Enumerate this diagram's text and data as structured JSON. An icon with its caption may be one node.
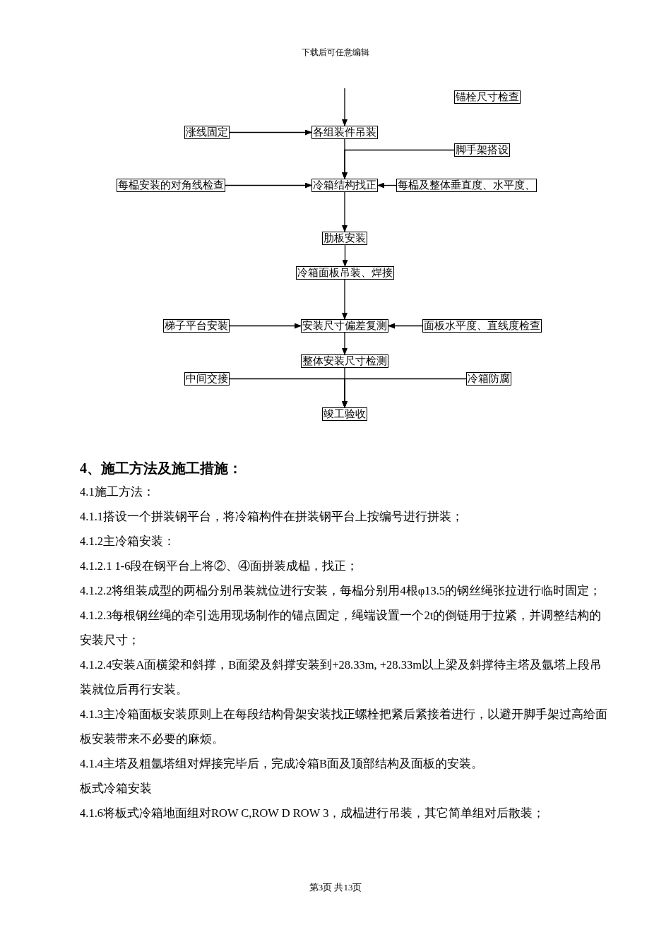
{
  "diagram": {
    "nodes": [
      {
        "text": [
          "锚栓尺寸检查"
        ]
      },
      {
        "text": [
          "涨线固定"
        ]
      },
      {
        "text": [
          "各组装件吊装"
        ]
      },
      {
        "text": [
          "脚手架搭设"
        ]
      },
      {
        "text": [
          "每榀安装的对角线检查"
        ]
      },
      {
        "text": [
          "冷箱结构找正"
        ]
      },
      {
        "text": [
          "每榀及整体垂直度、水平度、"
        ]
      },
      {
        "text": [
          "肋板安装"
        ]
      },
      {
        "text": [
          "冷箱面板吊装、焊接"
        ]
      },
      {
        "text": [
          "梯子平台安装"
        ]
      },
      {
        "text": [
          "安装尺寸偏差复测"
        ]
      },
      {
        "text": [
          "面板水平度、直线度检查"
        ]
      },
      {
        "text": [
          "整体安装尺寸检测"
        ]
      },
      {
        "text": [
          "中间交接"
        ]
      },
      {
        "text": [
          "冷箱防腐"
        ]
      },
      {
        "text": [
          "竣工验收"
        ]
      }
    ],
    "edges": [
      {
        "from": null,
        "to": 2,
        "arrow": "to"
      },
      {
        "from": 1,
        "to": 2,
        "arrow": "to"
      },
      {
        "from": 3,
        "to": 5,
        "arrow": "to"
      },
      {
        "from": 2,
        "to": 5,
        "arrow": "to"
      },
      {
        "from": 4,
        "to": 5,
        "arrow": "to"
      },
      {
        "from": 6,
        "to": 5,
        "arrow": "to"
      },
      {
        "from": 5,
        "to": 7,
        "arrow": "to"
      },
      {
        "from": 7,
        "to": 8,
        "arrow": "to"
      },
      {
        "from": 8,
        "to": 10,
        "arrow": "to"
      },
      {
        "from": 9,
        "to": 10,
        "arrow": "to"
      },
      {
        "from": 11,
        "to": 10,
        "arrow": "to"
      },
      {
        "from": 10,
        "to": 12,
        "arrow": "to"
      },
      {
        "from": 13,
        "to": 15,
        "arrow": "to"
      },
      {
        "from": 14,
        "to": 15,
        "arrow": "to"
      },
      {
        "from": 12,
        "to": 15,
        "arrow": "to"
      }
    ],
    "labels": [
      "下载后可任意编辑",
      "4、施工方法及施工措施：",
      "4.1施工方法：",
      "4.1.1搭设一个拼装钢平台，将冷箱构件在拼装钢平台上按编号进行拼装；",
      "4.1.2主冷箱安装：",
      "4.1.2.1 1-6段在钢平台上将②、④面拼装成榀，找正；",
      "4.1.2.2将组装成型的两榀分别吊装就位进行安装，每榀分别用4根φ13.5的钢丝绳张拉进行临时固定；",
      "4.1.2.3每根钢丝绳的牵引选用现场制作的锚点固定，绳端设置一个2t的倒链用于拉紧，并调整结构的安装尺寸；",
      "4.1.2.4安装A面横梁和斜撑，B面梁及斜撑安装到+28.33m, +28.33m以上梁及斜撑待主塔及氩塔上段吊装就位后再行安装。",
      "4.1.3主冷箱面板安装原则上在每段结构骨架安装找正螺栓把紧后紧接着进行，以避开脚手架过高给面板安装带来不必要的麻烦。",
      "4.1.4主塔及粗氩塔组对焊接完毕后，完成冷箱B面及顶部结构及面板的安装。",
      "板式冷箱安装",
      "4.1.6将板式冷箱地面组对ROW C,ROW D ROW 3，成榀进行吊装，其它简单组对后散装；",
      "第3页 共13页"
    ]
  }
}
